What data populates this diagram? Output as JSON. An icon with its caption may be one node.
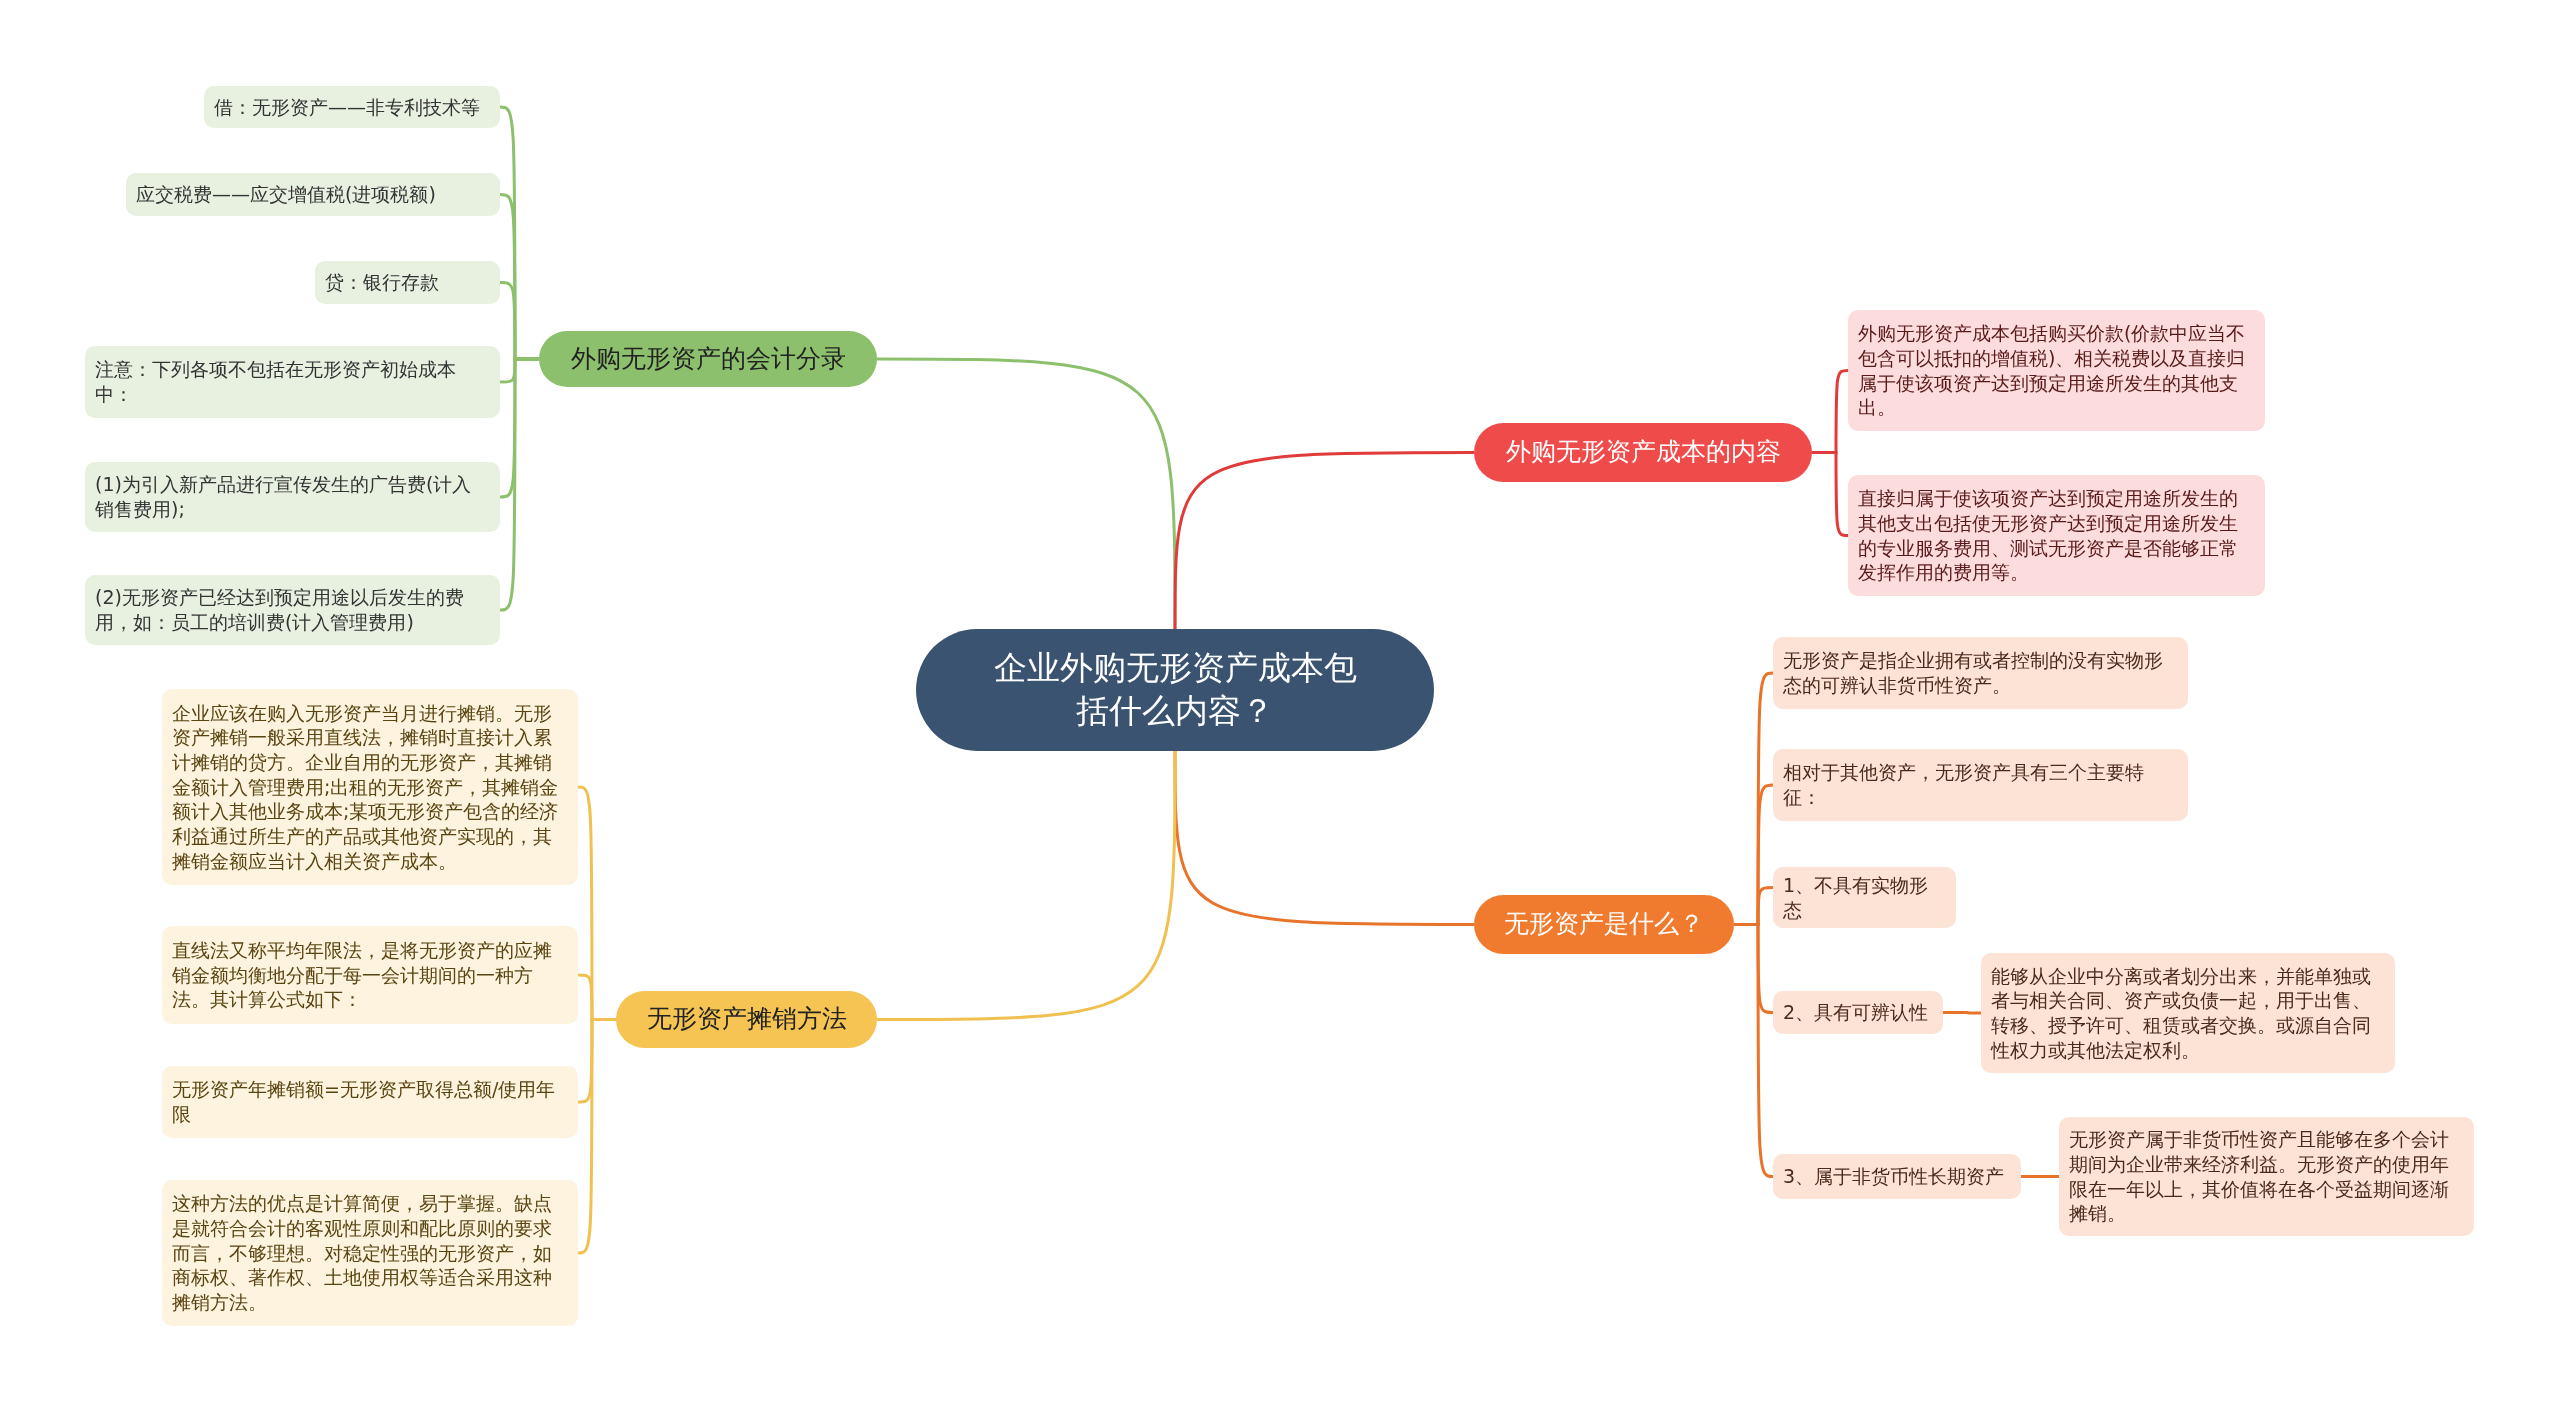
{
  "diagram": {
    "nodes": [
      {
        "text": [
          "企业外购无形资产成本包括什么内容？"
        ]
      },
      {
        "text": [
          "外购无形资产的会计分录"
        ]
      },
      {
        "text": [
          "借：无形资产——非专利技术等"
        ]
      },
      {
        "text": [
          "应交税费——应交增值税(进项税额)"
        ]
      },
      {
        "text": [
          "贷：银行存款"
        ]
      },
      {
        "text": [
          "注意：下列各项不包括在无形资产初始成本中："
        ]
      },
      {
        "text": [
          "(1)为引入新产品进行宣传发生的广告费(计入销售费用);"
        ]
      },
      {
        "text": [
          "(2)无形资产已经达到预定用途以后发生的费用，如：员工的培训费(计入管理费用)"
        ]
      },
      {
        "text": [
          "外购无形资产成本的内容"
        ]
      },
      {
        "text": [
          "外购无形资产成本包括购买价款(价款中应当不包含可以抵扣的增值税)、相关税费以及直接归属于使该项资产达到预定用途所发生的其他支出。"
        ]
      },
      {
        "text": [
          "直接归属于使该项资产达到预定用途所发生的其他支出包括使无形资产达到预定用途所发生的专业服务费用、测试无形资产是否能够正常发挥作用的费用等。"
        ]
      },
      {
        "text": [
          "无形资产是什么？"
        ]
      },
      {
        "text": [
          "无形资产是指企业拥有或者控制的没有实物形态的可辨认非货币性资产。"
        ]
      },
      {
        "text": [
          "相对于其他资产，无形资产具有三个主要特征："
        ]
      },
      {
        "text": [
          "1、不具有实物形态"
        ]
      },
      {
        "text": [
          "2、具有可辨认性"
        ]
      },
      {
        "text": [
          "能够从企业中分离或者划分出来，并能单独或者与相关合同、资产或负债一起，用于出售、转移、授予许可、租赁或者交换。或源自合同性权力或其他法定权利。"
        ]
      },
      {
        "text": [
          "3、属于非货币性长期资产"
        ]
      },
      {
        "text": [
          "无形资产属于非货币性资产且能够在多个会计期间为企业带来经济利益。无形资产的使用年限在一年以上，其价值将在各个受益期间逐渐摊销。"
        ]
      },
      {
        "text": [
          "无形资产摊销方法"
        ]
      },
      {
        "text": [
          "企业应该在购入无形资产当月进行摊销。无形资产摊销一般采用直线法，摊销时直接计入累计摊销的贷方。企业自用的无形资产，其摊销金额计入管理费用;出租的无形资产，其摊销金额计入其他业务成本;某项无形资产包含的经济利益通过所生产的产品或其他资产实现的，其摊销金额应当计入相关资产成本。"
        ]
      },
      {
        "text": [
          "直线法又称平均年限法，是将无形资产的应摊销金额均衡地分配于每一会计期间的一种方法。其计算公式如下："
        ]
      },
      {
        "text": [
          "无形资产年摊销额=无形资产取得总额/使用年限"
        ]
      },
      {
        "text": [
          "这种方法的优点是计算简便，易于掌握。缺点是就符合会计的客观性原则和配比原则的要求而言，不够理想。对稳定性强的无形资产，如商标权、著作权、土地使用权等适合采用这种摊销方法。"
        ]
      }
    ],
    "edges": [
      {
        "from": 0,
        "to": 1,
        "arrow": "none",
        "color": "#8dc06d"
      },
      {
        "from": 1,
        "to": 2,
        "arrow": "none",
        "color": "#8dc06d"
      },
      {
        "from": 1,
        "to": 3,
        "arrow": "none",
        "color": "#8dc06d"
      },
      {
        "from": 1,
        "to": 4,
        "arrow": "none",
        "color": "#8dc06d"
      },
      {
        "from": 1,
        "to": 5,
        "arrow": "none",
        "color": "#8dc06d"
      },
      {
        "from": 1,
        "to": 6,
        "arrow": "none",
        "color": "#8dc06d"
      },
      {
        "from": 1,
        "to": 7,
        "arrow": "none",
        "color": "#8dc06d"
      },
      {
        "from": 0,
        "to": 8,
        "arrow": "none",
        "color": "#e03a3a"
      },
      {
        "from": 8,
        "to": 9,
        "arrow": "none",
        "color": "#e03a3a"
      },
      {
        "from": 8,
        "to": 10,
        "arrow": "none",
        "color": "#e03a3a"
      },
      {
        "from": 0,
        "to": 11,
        "arrow": "none"
      },
      {
        "from": 11,
        "to": 12,
        "arrow": "none"
      },
      {
        "from": 11,
        "to": 13,
        "arrow": "none"
      },
      {
        "from": 11,
        "to": 14,
        "arrow": "none"
      },
      {
        "from": 11,
        "to": 15,
        "arrow": "none"
      },
      {
        "from": 15,
        "to": 16,
        "arrow": "none"
      },
      {
        "from": 11,
        "to": 17,
        "arrow": "none"
      },
      {
        "from": 17,
        "to": 18,
        "arrow": "none"
      },
      {
        "from": 0,
        "to": 19,
        "arrow": "none",
        "color": "#f0c050"
      },
      {
        "from": 19,
        "to": 20,
        "arrow": "none",
        "color": "#f0c050"
      },
      {
        "from": 19,
        "to": 21,
        "arrow": "none",
        "color": "#f0c050"
      },
      {
        "from": 19,
        "to": 22,
        "arrow": "none",
        "color": "#f0c050"
      },
      {
        "from": 19,
        "to": 23,
        "arrow": "none",
        "color": "#f0c050"
      }
    ]
  }
}
